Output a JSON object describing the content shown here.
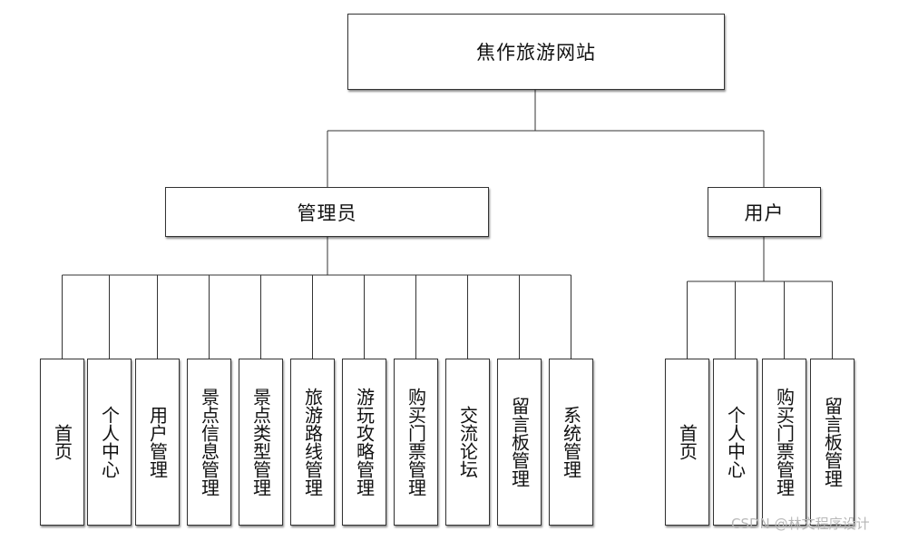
{
  "diagram": {
    "root": {
      "label": "焦作旅游网站"
    },
    "roles": [
      {
        "key": "admin",
        "label": "管理员",
        "modules": [
          "首页",
          "个人中心",
          "用户管理",
          "景点信息管理",
          "景点类型管理",
          "旅游路线管理",
          "游玩攻略管理",
          "购买门票管理",
          "交流论坛",
          "留言板管理",
          "系统管理"
        ]
      },
      {
        "key": "user",
        "label": "用户",
        "modules": [
          "首页",
          "个人中心",
          "购买门票管理",
          "留言板管理"
        ]
      }
    ]
  },
  "watermark": {
    "csdn": "CSDN",
    "author": "@林文程序设计"
  },
  "colors": {
    "line": "#333333",
    "box_border": "#333333",
    "background": "#ffffff",
    "watermark": "#b7b7b7"
  }
}
